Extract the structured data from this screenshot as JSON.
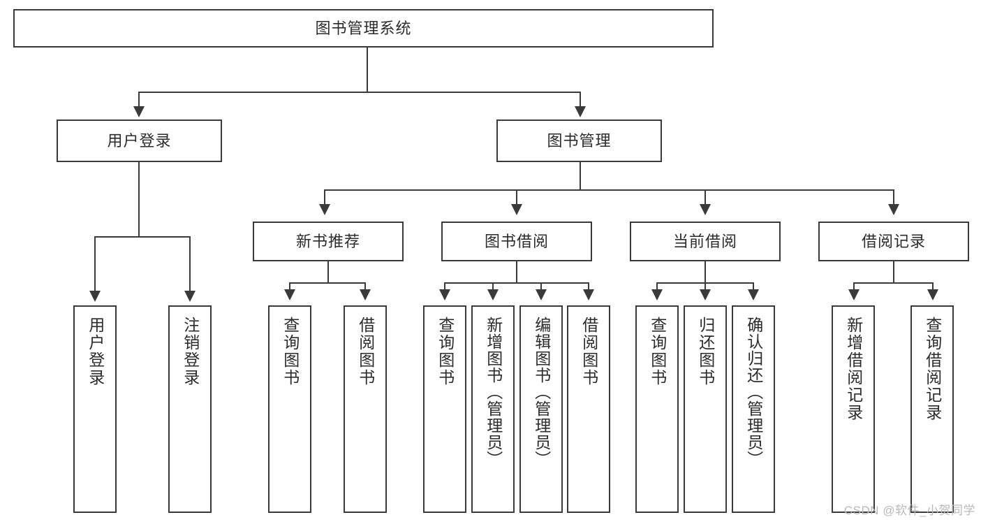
{
  "diagram": {
    "title": "图书管理系统",
    "type": "hierarchy-tree",
    "watermark": "CSDN @软件_小贺同学",
    "colors": {
      "box_border": "#3a3a3a",
      "box_fill": "#ffffff",
      "connector": "#3a3a3a",
      "text": "#2b2b2b",
      "watermark": "#b9b9b9"
    },
    "root": {
      "label": "图书管理系统"
    },
    "level2": [
      {
        "label": "用户登录"
      },
      {
        "label": "图书管理"
      }
    ],
    "level3": [
      {
        "label": "新书推荐"
      },
      {
        "label": "图书借阅"
      },
      {
        "label": "当前借阅"
      },
      {
        "label": "借阅记录"
      }
    ],
    "leaves": {
      "user_login": [
        {
          "label": "用户登录"
        },
        {
          "label": "注销登录"
        }
      ],
      "new_book": [
        {
          "label": "查询图书"
        },
        {
          "label": "借阅图书"
        }
      ],
      "book_borrow": [
        {
          "label": "查询图书"
        },
        {
          "label": "新增图书（管理员）"
        },
        {
          "label": "编辑图书（管理员）"
        },
        {
          "label": "借阅图书"
        }
      ],
      "current_borrow": [
        {
          "label": "查询图书"
        },
        {
          "label": "归还图书"
        },
        {
          "label": "确认归还（管理员）"
        }
      ],
      "borrow_record": [
        {
          "label": "新增借阅记录"
        },
        {
          "label": "查询借阅记录"
        }
      ]
    }
  }
}
